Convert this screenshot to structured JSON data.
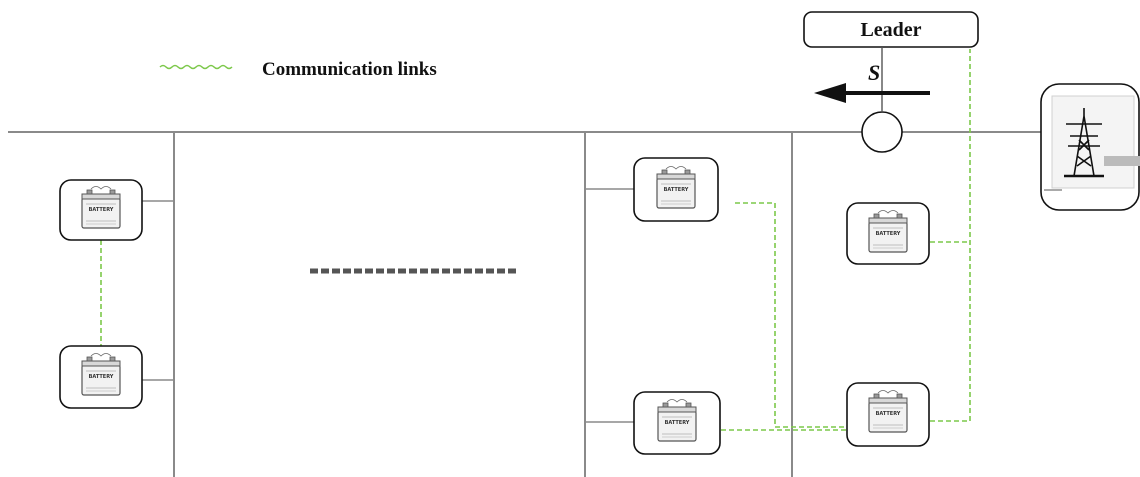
{
  "legend": {
    "label": "Communication links",
    "line_color": "#7CC84A"
  },
  "leader": {
    "label": "Leader"
  },
  "power_flow": {
    "label": "S"
  },
  "battery": {
    "icon": "battery-icon",
    "label": "BATTERY"
  },
  "grid": {
    "icon": "transmission-tower-icon"
  },
  "colors": {
    "bus_line": "#8a8a8a",
    "comm_link": "#7CC84A",
    "node_border": "#111111",
    "ellipsis": "#555555"
  }
}
